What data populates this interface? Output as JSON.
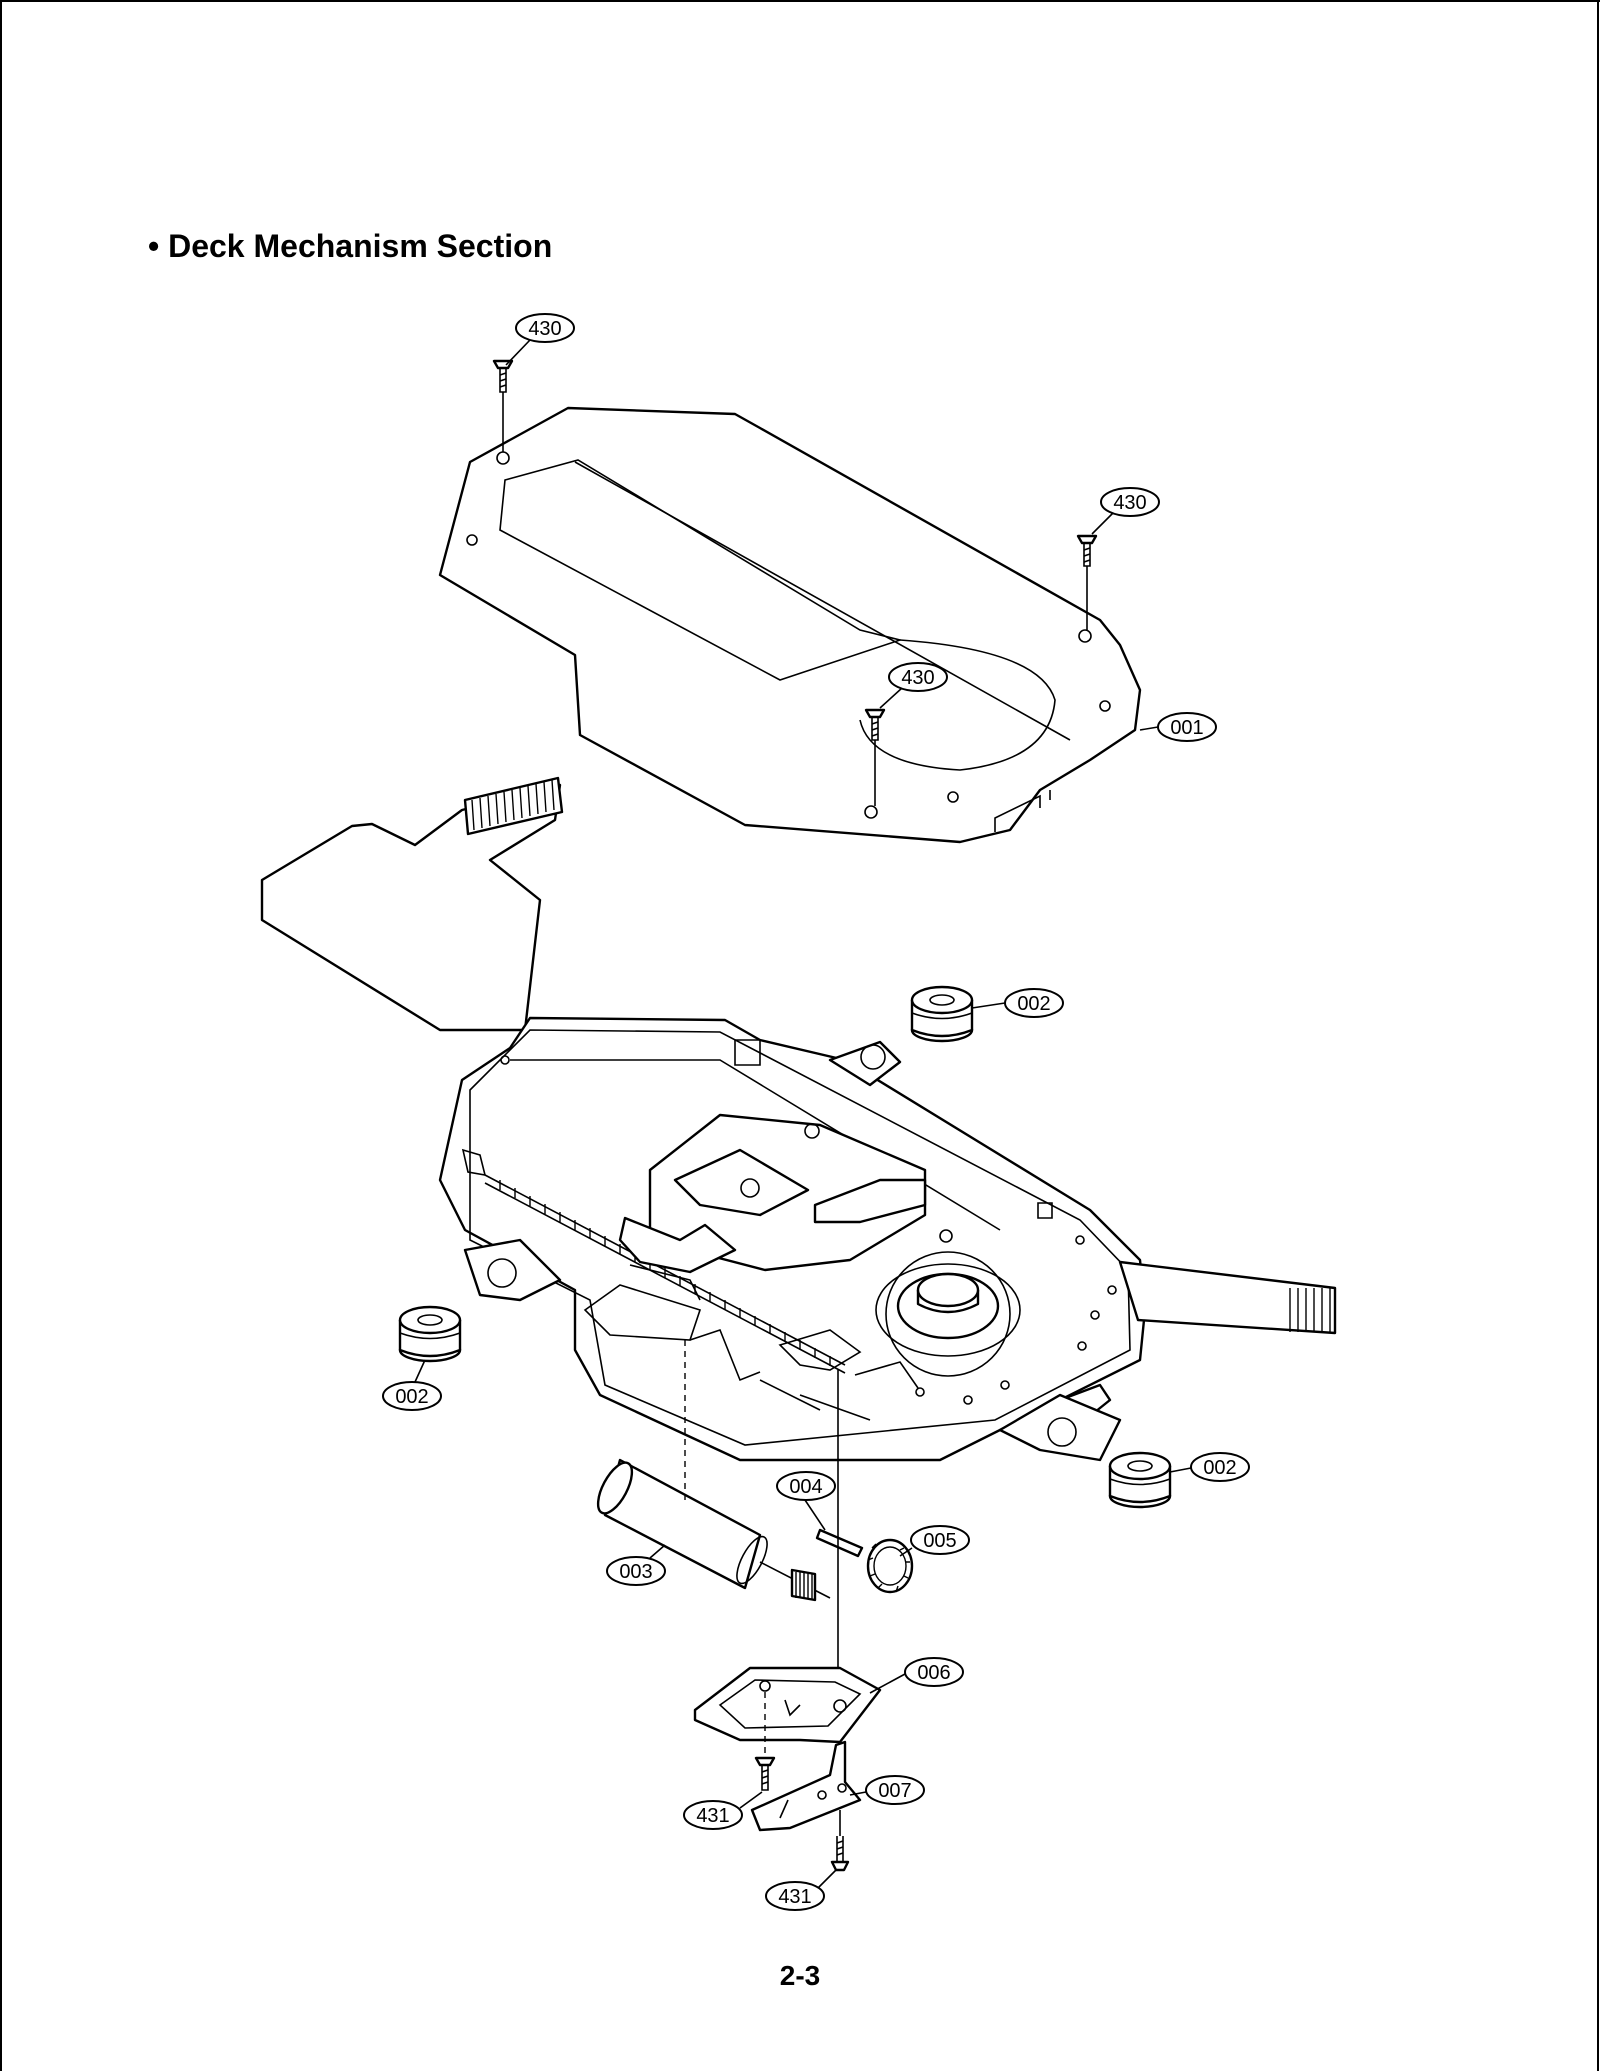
{
  "title": "• Deck Mechanism Section",
  "page_number": "2-3",
  "callouts": [
    {
      "id": "c1",
      "label": "430"
    },
    {
      "id": "c2",
      "label": "430"
    },
    {
      "id": "c3",
      "label": "430"
    },
    {
      "id": "c4",
      "label": "001"
    },
    {
      "id": "c5",
      "label": "002"
    },
    {
      "id": "c6",
      "label": "002"
    },
    {
      "id": "c7",
      "label": "002"
    },
    {
      "id": "c8",
      "label": "004"
    },
    {
      "id": "c9",
      "label": "005"
    },
    {
      "id": "c10",
      "label": "003"
    },
    {
      "id": "c11",
      "label": "006"
    },
    {
      "id": "c12",
      "label": "007"
    },
    {
      "id": "c13",
      "label": "431"
    },
    {
      "id": "c14",
      "label": "431"
    }
  ]
}
